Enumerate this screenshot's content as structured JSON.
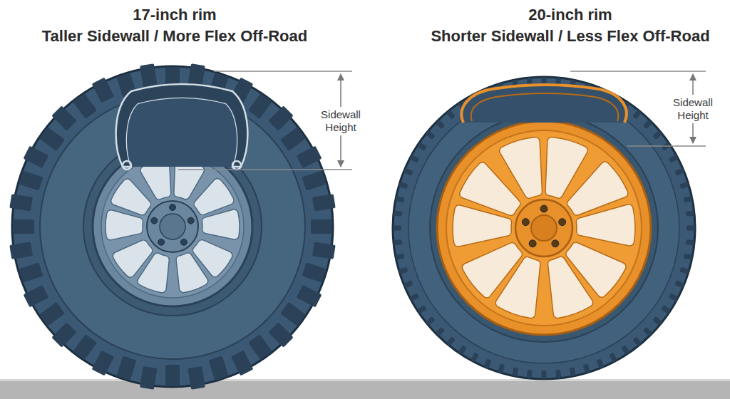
{
  "diagram": {
    "labels": [
      "17-inch rim",
      "Taller Sidewall / More Flex Off-Road",
      "20-inch rim",
      "Shorter Sidewall / Less Flex Off-Road",
      "Sidewall Height",
      "Sidewall Height"
    ]
  }
}
